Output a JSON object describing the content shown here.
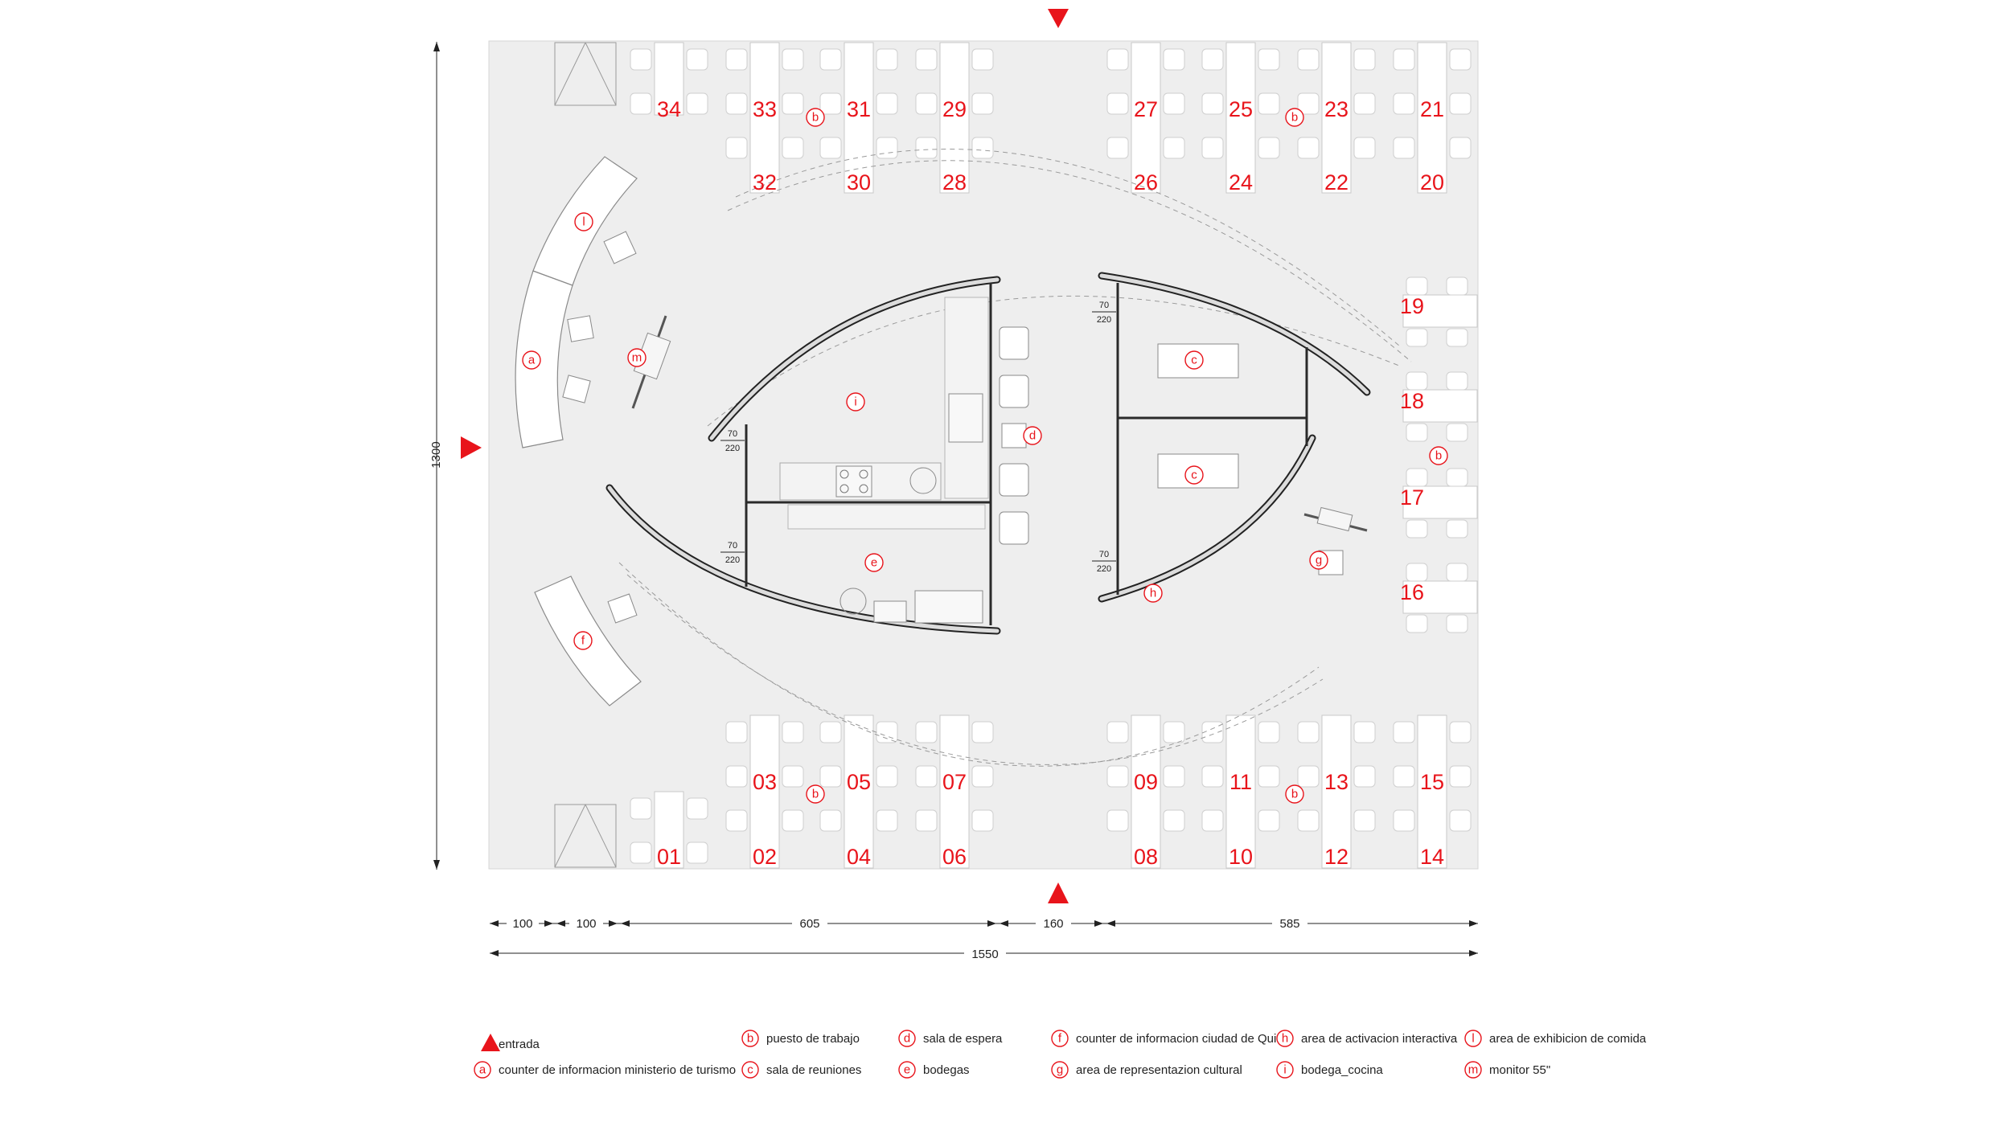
{
  "dimensions": {
    "height_total": "1300",
    "segments": [
      "100",
      "100",
      "605",
      "160",
      "585"
    ],
    "width_total": "1550",
    "door_width": "70",
    "door_height": "220"
  },
  "stands": {
    "top_row_upper": [
      "34",
      "33",
      "31",
      "29",
      "27",
      "25",
      "23",
      "21"
    ],
    "top_row_lower": [
      "32",
      "30",
      "28",
      "26",
      "24",
      "22",
      "20"
    ],
    "right_column": [
      "19",
      "18",
      "17",
      "16"
    ],
    "bottom_row_upper": [
      "03",
      "05",
      "07",
      "09",
      "11",
      "13",
      "15"
    ],
    "bottom_row_lower": [
      "01",
      "02",
      "04",
      "06",
      "08",
      "10",
      "12",
      "14"
    ]
  },
  "zone_badges": {
    "a": "a",
    "b": "b",
    "c": "c",
    "d": "d",
    "e": "e",
    "f": "f",
    "g": "g",
    "h": "h",
    "i": "i",
    "l": "l",
    "m": "m"
  },
  "legend": {
    "entrada": "entrada",
    "items": [
      {
        "key": "a",
        "label": "counter de informacion ministerio de turismo"
      },
      {
        "key": "b",
        "label": "puesto de trabajo"
      },
      {
        "key": "c",
        "label": "sala de reuniones"
      },
      {
        "key": "d",
        "label": "sala de espera"
      },
      {
        "key": "e",
        "label": "bodegas"
      },
      {
        "key": "f",
        "label": "counter de informacion ciudad de Quito"
      },
      {
        "key": "g",
        "label": "area de representazion cultural"
      },
      {
        "key": "h",
        "label": "area de activacion interactiva"
      },
      {
        "key": "i",
        "label": "bodega_cocina"
      },
      {
        "key": "l",
        "label": "area de exhibicion de comida"
      },
      {
        "key": "m",
        "label": "monitor 55\""
      }
    ]
  },
  "colors": {
    "accent_red": "#e8141b",
    "floor": "#eeeeee",
    "wall": "#222222"
  }
}
